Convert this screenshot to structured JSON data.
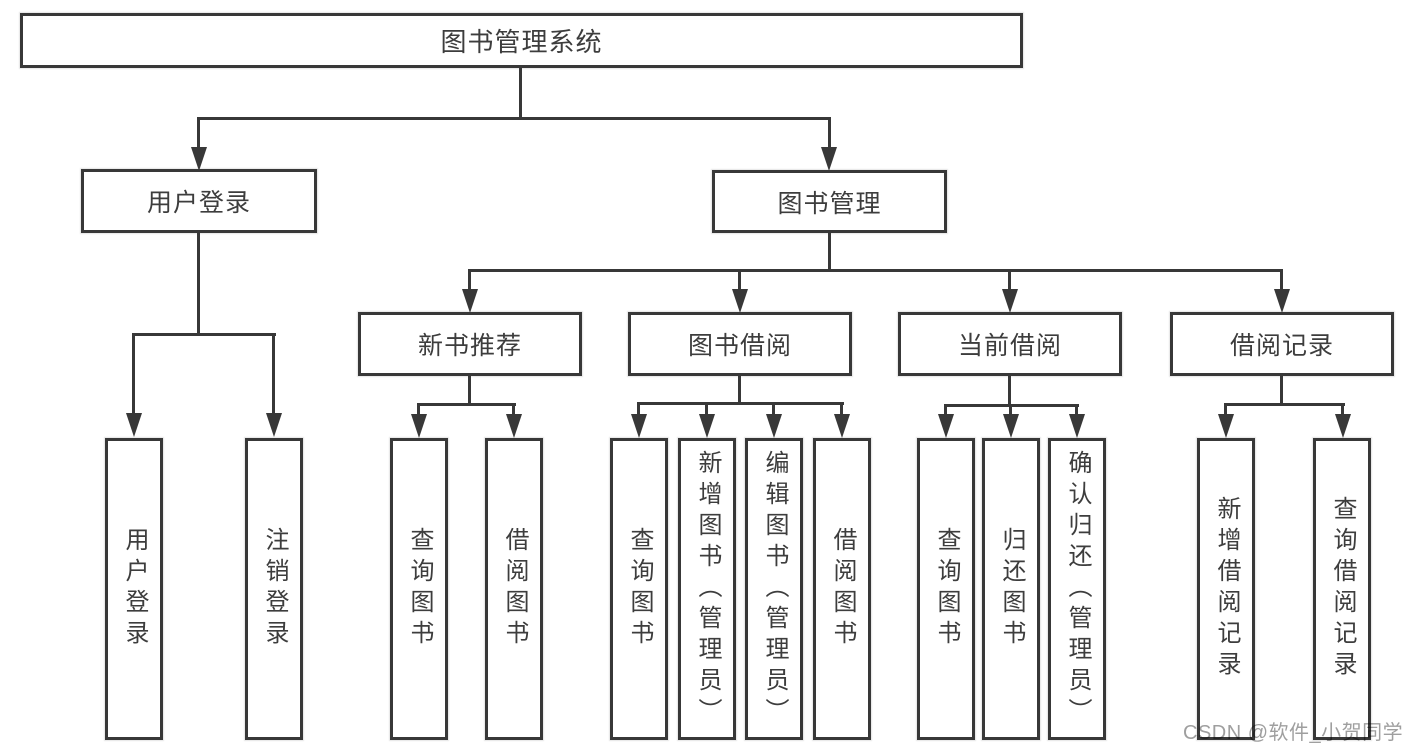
{
  "colors": {
    "line": "#383838",
    "box_border": "#383838",
    "box_fill": "#ffffff",
    "text": "#3d3d3d",
    "watermark": "#9f9f9f"
  },
  "tree": {
    "root": {
      "label": "图书管理系统"
    },
    "branches": [
      {
        "label": "用户登录",
        "children": [
          "用户登录",
          "注销登录"
        ]
      },
      {
        "label": "图书管理",
        "children": [
          {
            "label": "新书推荐",
            "children": [
              "查询图书",
              "借阅图书"
            ]
          },
          {
            "label": "图书借阅",
            "children": [
              "查询图书",
              "新增图书（管理员）",
              "编辑图书（管理员）",
              "借阅图书"
            ]
          },
          {
            "label": "当前借阅",
            "children": [
              "查询图书",
              "归还图书",
              "确认归还（管理员）"
            ]
          },
          {
            "label": "借阅记录",
            "children": [
              "新增借阅记录",
              "查询借阅记录"
            ]
          }
        ]
      }
    ]
  },
  "watermark": {
    "text": "CSDN @软件_小贺同学"
  }
}
